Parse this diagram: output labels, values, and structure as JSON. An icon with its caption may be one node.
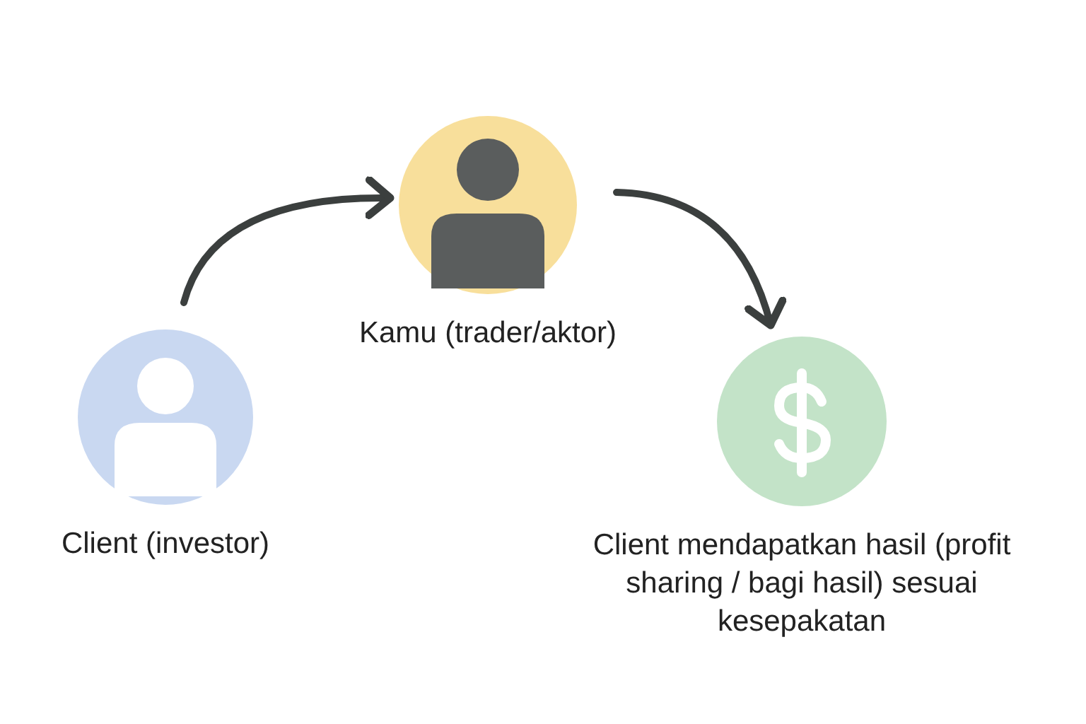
{
  "diagram": {
    "nodes": [
      {
        "text": [
          "Client (investor)"
        ]
      },
      {
        "text": [
          "Kamu (trader/aktor)"
        ]
      },
      {
        "text": [
          "Client mendapatkan hasil (profit sharing / bagi hasil) sesuai kesepakatan"
        ]
      }
    ],
    "edges": [
      {
        "from": 0,
        "to": 1,
        "arrow": "to"
      },
      {
        "from": 1,
        "to": 2,
        "arrow": "to"
      }
    ]
  }
}
